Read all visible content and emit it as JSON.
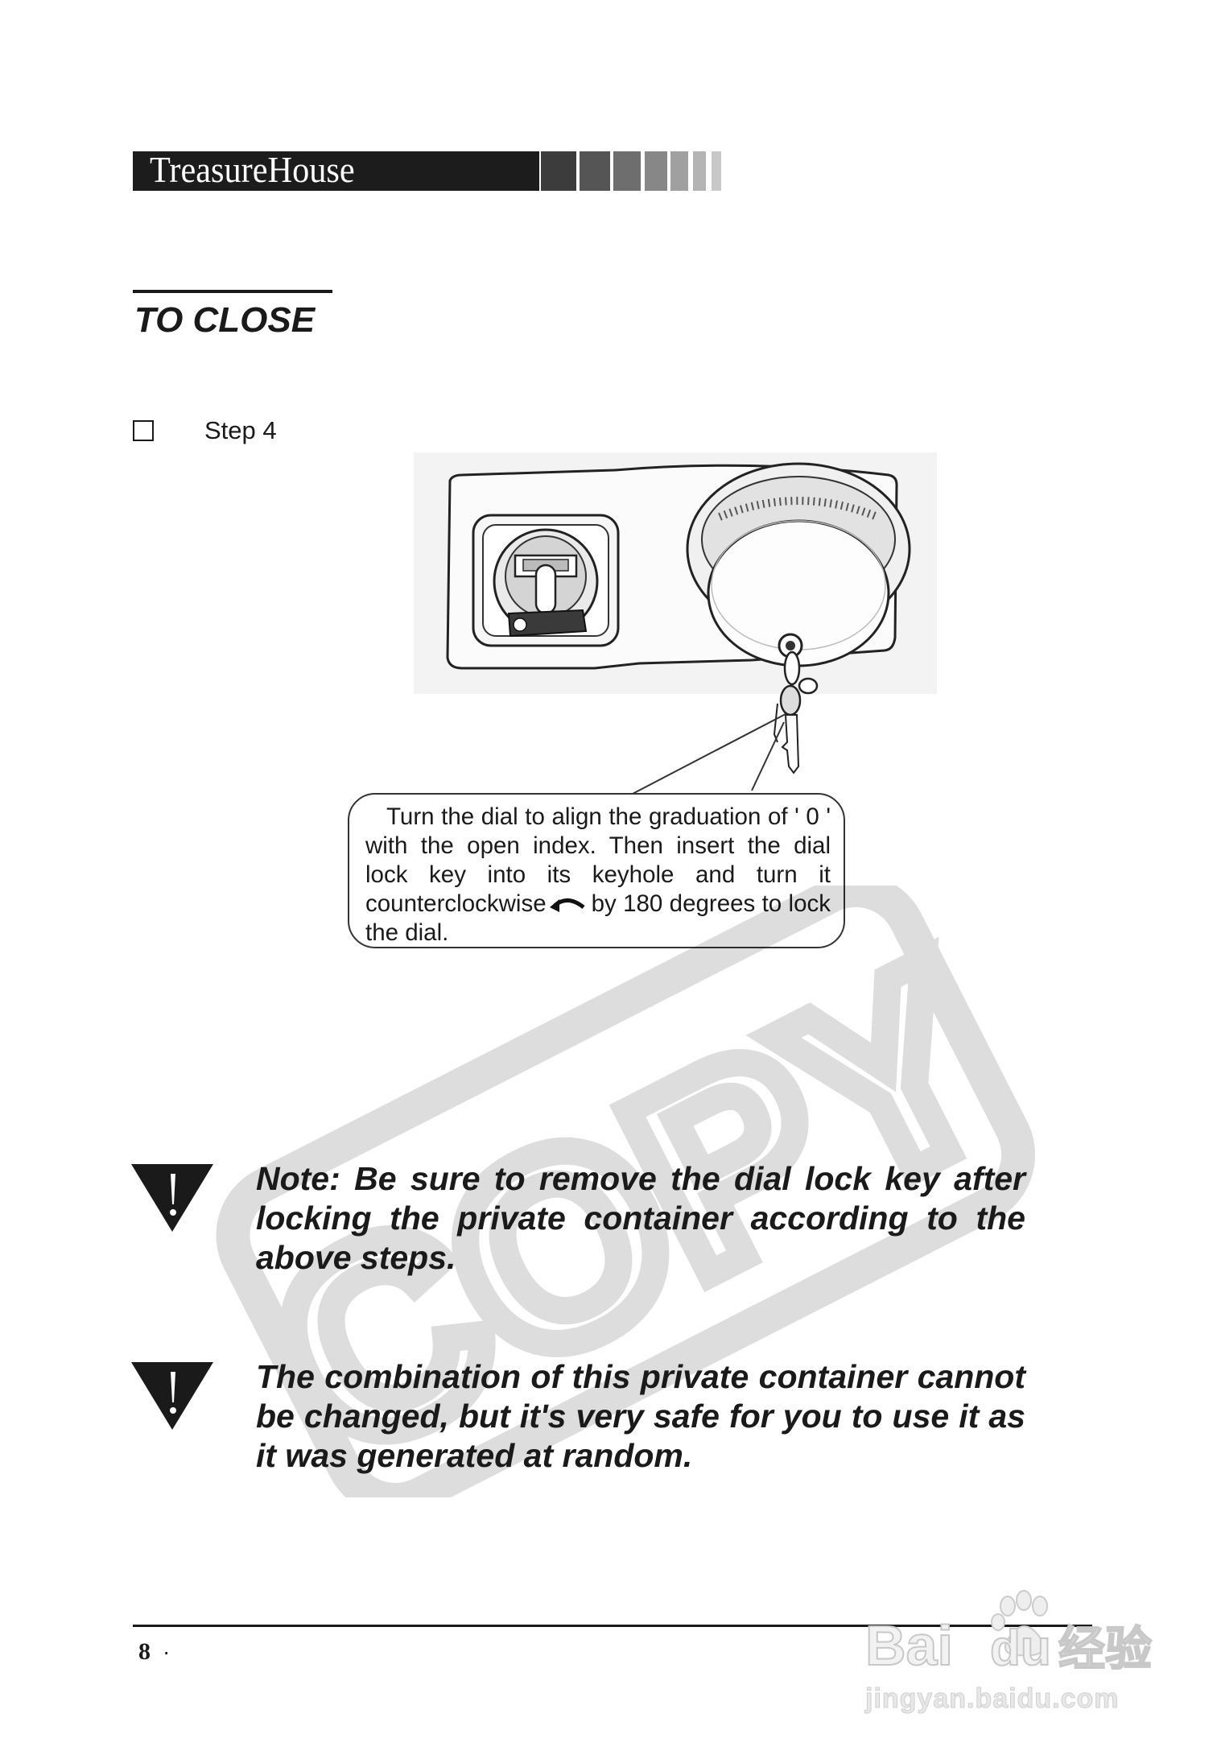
{
  "header": {
    "brand": "TreasureHouse",
    "stripe_colors": [
      "#3c3c3c",
      "#555555",
      "#6e6e6e",
      "#878787",
      "#a0a0a0",
      "#b4b4b4",
      "#c8c8c8"
    ]
  },
  "section": {
    "title": "TO CLOSE"
  },
  "step": {
    "label": "Step 4"
  },
  "illustration": {
    "subject": "safe lock panel with key lock and combination dial with dial lock key inserted"
  },
  "callout": {
    "text_part1": "Turn the dial to align the graduation of ' 0 ' with the open index. Then insert the dial lock key into its keyhole and turn it counterclockwise",
    "arrow_icon": "counterclockwise-arrow-icon",
    "text_part2": "by 180 degrees to lock the dial."
  },
  "watermark": {
    "text": "COPY"
  },
  "notes": [
    {
      "icon": "warning-icon",
      "text": "Note:  Be sure to remove the dial lock key after locking the private container according to the above steps."
    },
    {
      "icon": "warning-icon",
      "text": "The combination of this private container cannot be changed, but it's very safe for you to use it as it was generated at random."
    }
  ],
  "footer": {
    "page_number": "8",
    "separator": "·"
  },
  "source_watermark": {
    "logo_text": "Bai du 经验",
    "url": "jingyan.baidu.com"
  }
}
